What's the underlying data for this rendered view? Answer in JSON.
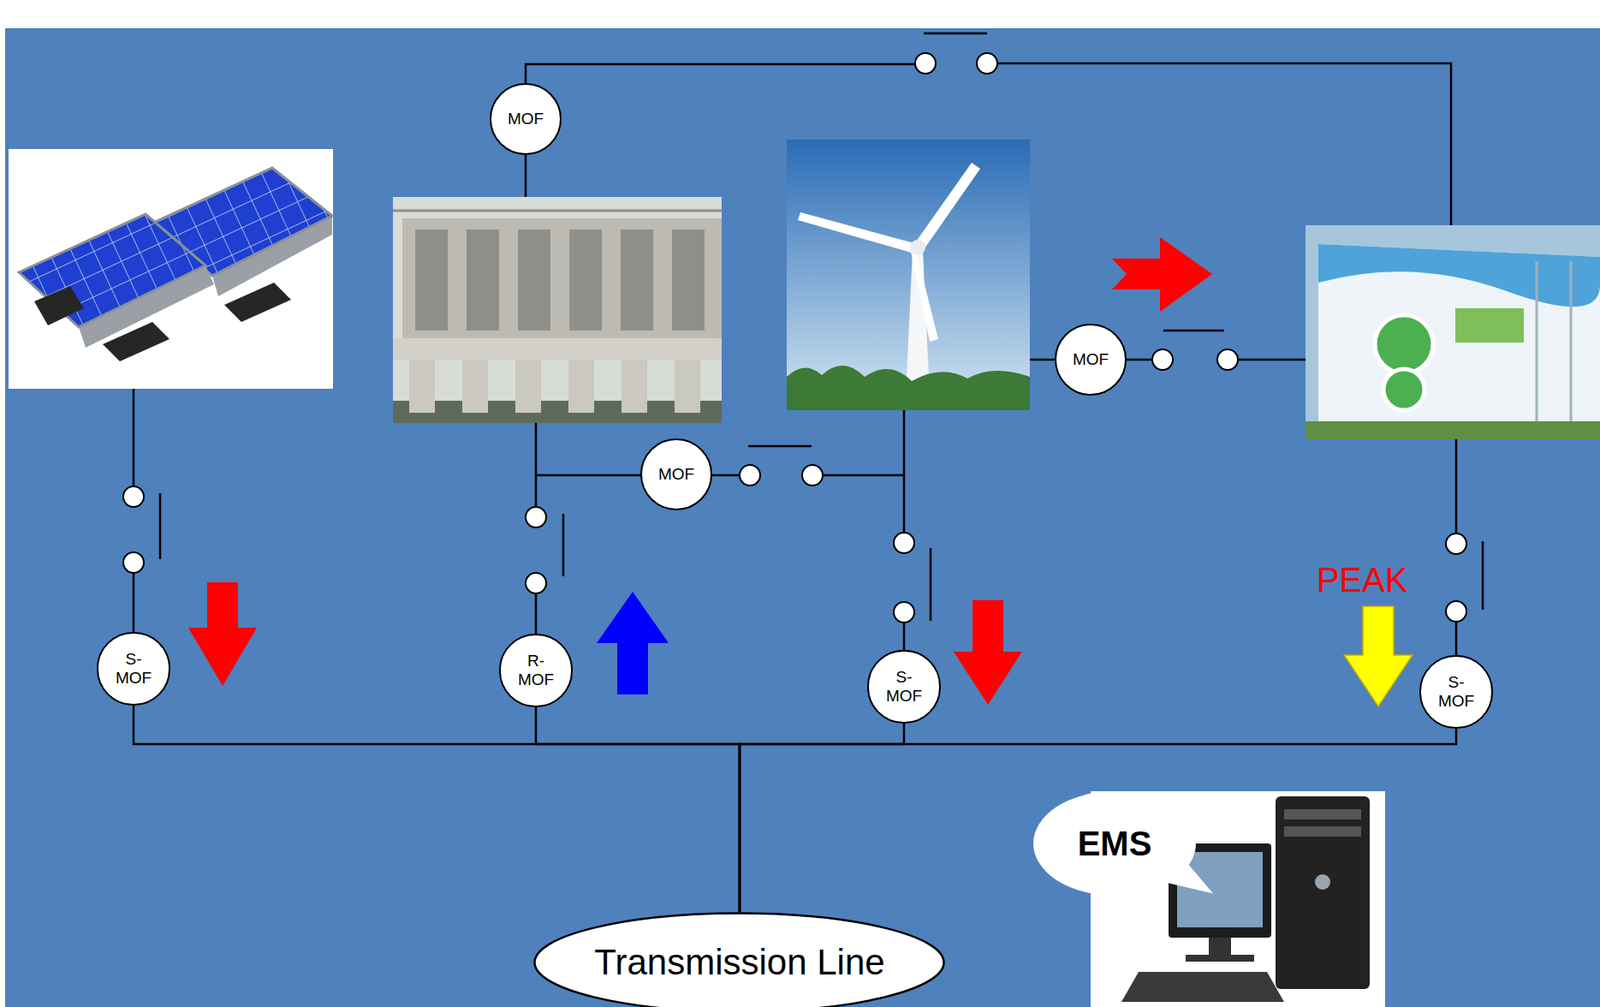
{
  "diagram": {
    "nodes": [
      {
        "text": [
          "MOF"
        ]
      },
      {
        "text": [
          "MOF"
        ]
      },
      {
        "text": [
          "MOF"
        ]
      },
      {
        "text": [
          "S-MOF"
        ]
      },
      {
        "text": [
          "R-MOF"
        ]
      },
      {
        "text": [
          "S-MOF"
        ]
      },
      {
        "text": [
          "S-MOF"
        ]
      },
      {
        "text": [
          "EMS"
        ]
      },
      {
        "text": [
          "Transmission Line"
        ]
      }
    ],
    "edges": [
      {
        "from": 3,
        "to": 8,
        "arrow": "none"
      },
      {
        "from": 4,
        "to": 8,
        "arrow": "none"
      },
      {
        "from": 5,
        "to": 8,
        "arrow": "none"
      },
      {
        "from": 6,
        "to": 8,
        "arrow": "none"
      }
    ],
    "labels": [
      "PEAK"
    ]
  }
}
